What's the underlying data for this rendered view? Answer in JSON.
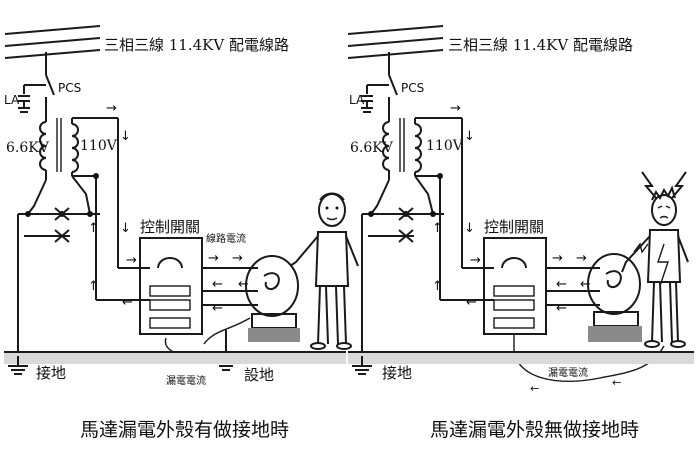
{
  "left": {
    "line_label": "三相三線 11.4KV 配電線路",
    "la": "LA",
    "pcs": "PCS",
    "v_primary": "6.6KV",
    "v_secondary": "110V",
    "switch_label": "控制開關",
    "line_current": "線路電流",
    "leak_current": "漏電電流",
    "ground": "接地",
    "installed_ground": "設地",
    "caption": "馬達漏電外殼有做接地時"
  },
  "right": {
    "line_label": "三相三線 11.4KV 配電線路",
    "la": "LA",
    "pcs": "PCS",
    "v_primary": "6.6KV",
    "v_secondary": "110V",
    "switch_label": "控制開關",
    "leak_current": "漏電電流",
    "ground": "接地",
    "caption": "馬達漏電外殼無做接地時"
  },
  "colors": {
    "line": "#1a1a1a",
    "ground_fill": "#d9d9d9"
  }
}
